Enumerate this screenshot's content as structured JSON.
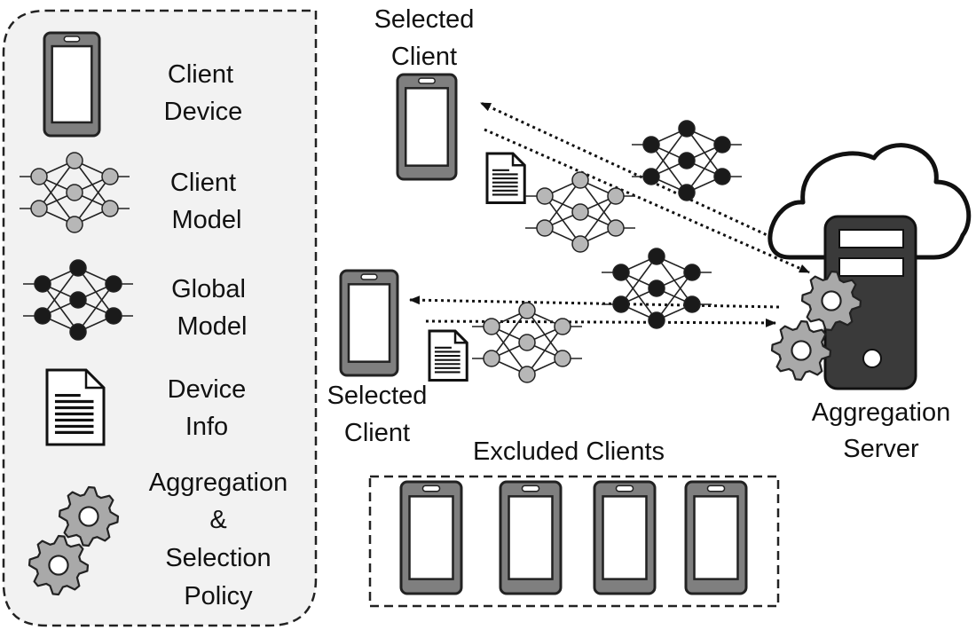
{
  "legend": {
    "items": [
      {
        "icon": "phone-icon",
        "lines": [
          "Client",
          "Device"
        ]
      },
      {
        "icon": "client-model-icon",
        "lines": [
          "Client",
          "Model"
        ]
      },
      {
        "icon": "global-model-icon",
        "lines": [
          "Global",
          "Model"
        ]
      },
      {
        "icon": "document-icon",
        "lines": [
          "Device",
          "Info"
        ]
      },
      {
        "icon": "gears-icon",
        "lines": [
          "Aggregation",
          "&",
          "Selection",
          "Policy"
        ]
      }
    ]
  },
  "clients": {
    "top": {
      "lines": [
        "Selected",
        "Client"
      ]
    },
    "bottom": {
      "lines": [
        "Selected",
        "Client"
      ]
    }
  },
  "server": {
    "icon": "cloud-server-icon",
    "lines": [
      "Aggregation",
      "Server"
    ]
  },
  "excluded": {
    "title": "Excluded Clients",
    "count": 4
  },
  "colors": {
    "phone_body": "#7f7f7f",
    "phone_outline": "#222222",
    "client_node": "#b7b7b7",
    "global_node": "#1a1a1a",
    "server_body": "#3a3a3a",
    "gear": "#a9a9a9",
    "legend_bg": "#f2f2f2"
  }
}
